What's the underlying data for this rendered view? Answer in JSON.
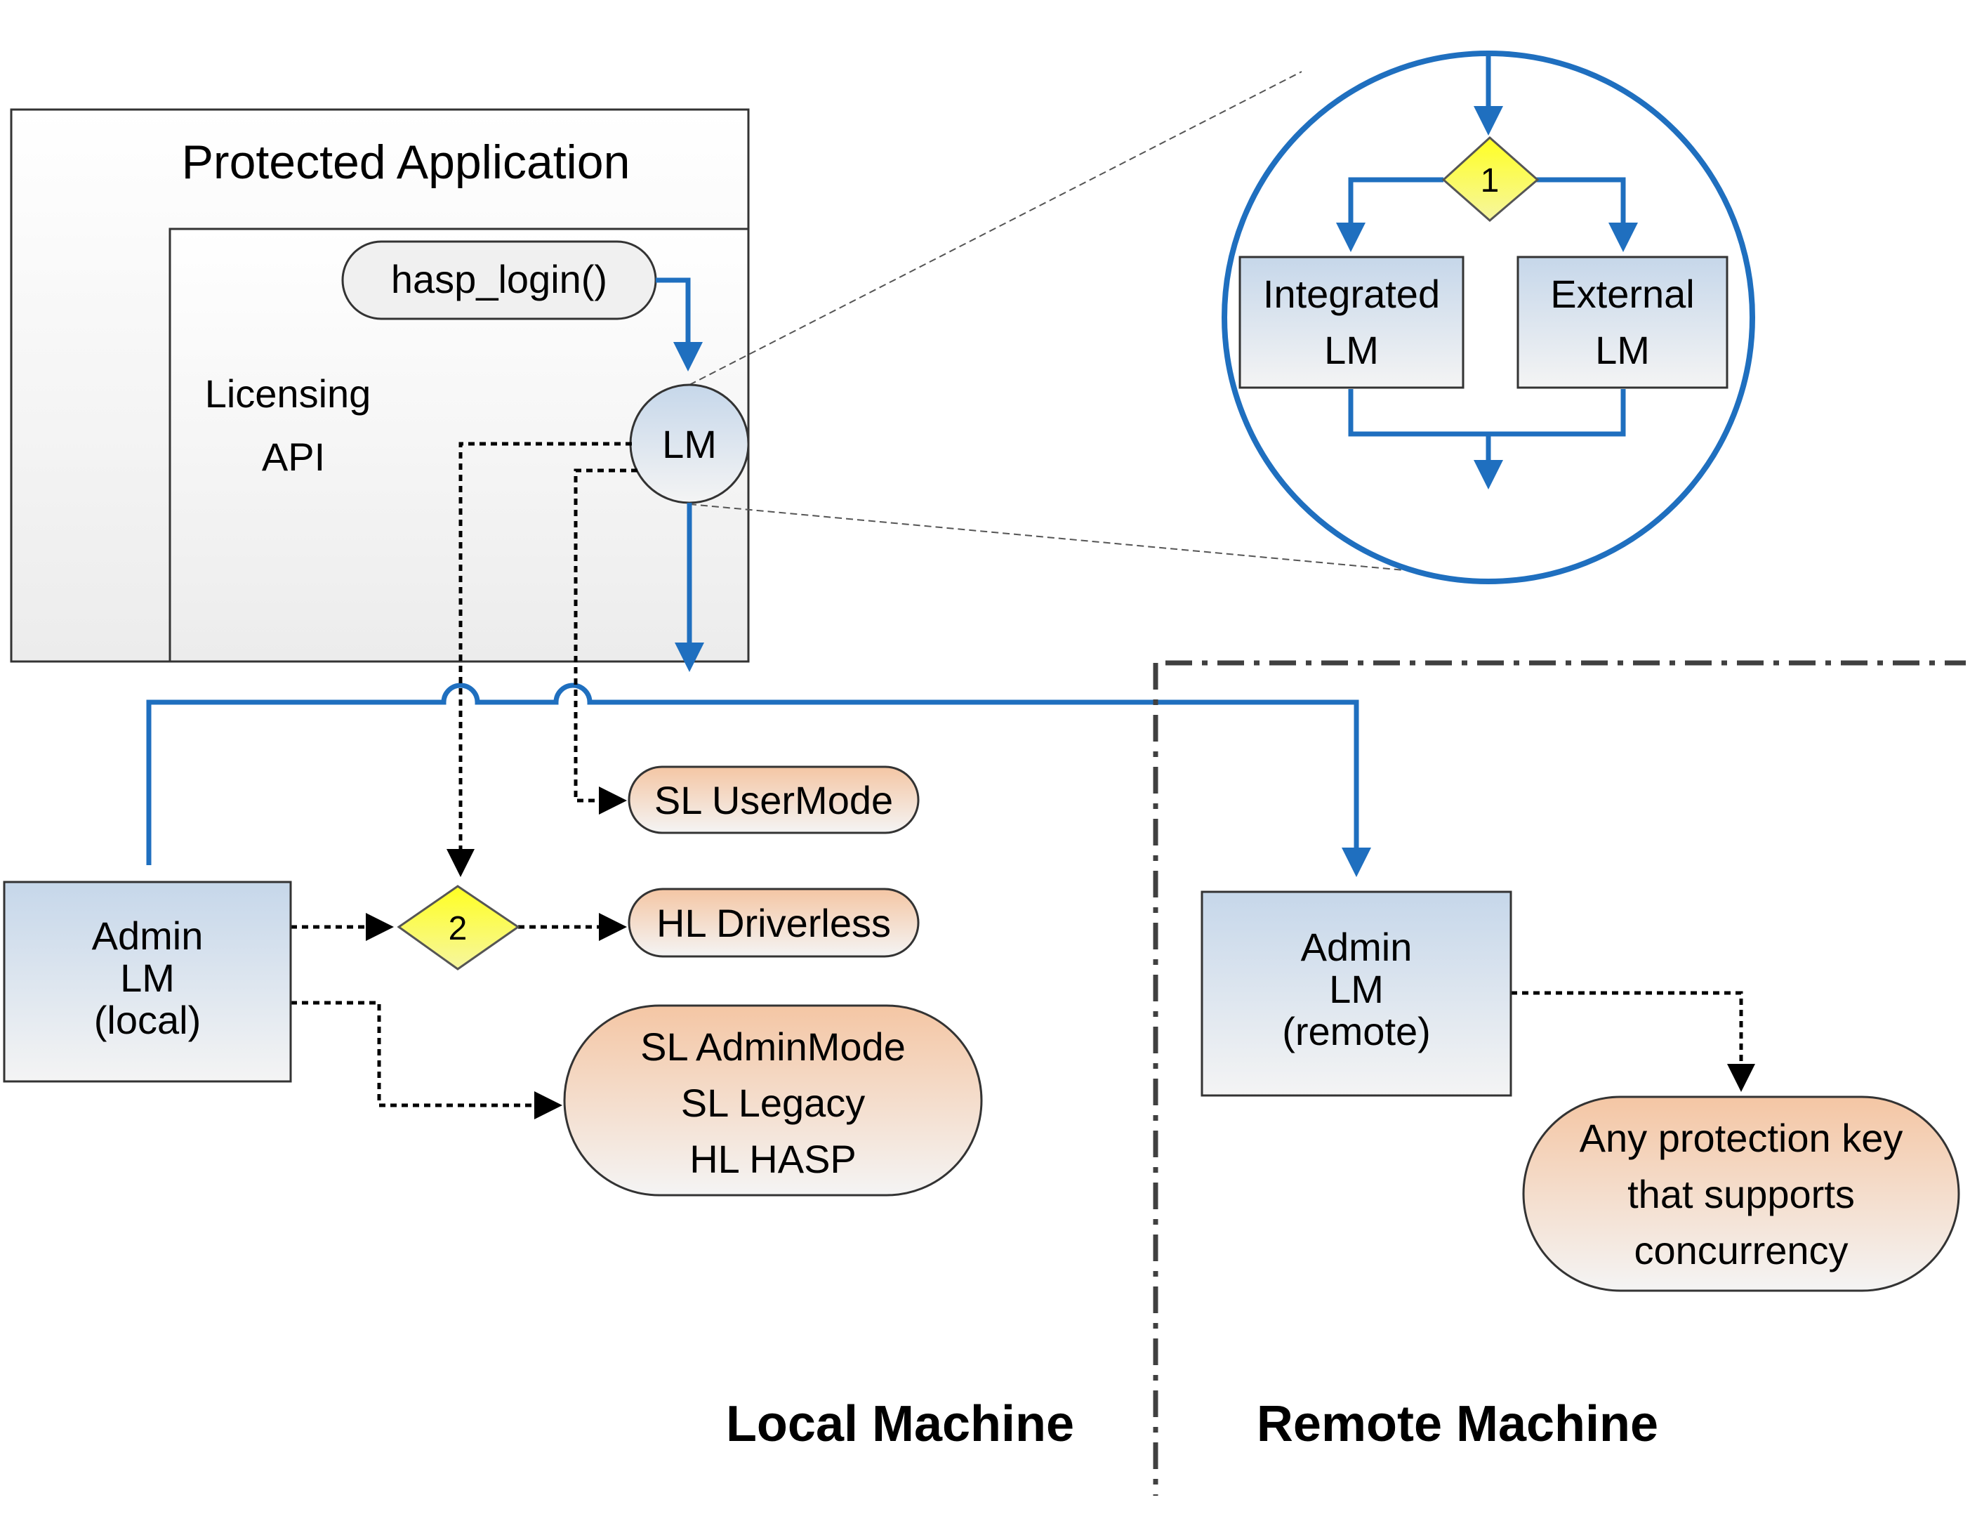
{
  "protected_app": {
    "title": "Protected Application"
  },
  "licensing_api": {
    "line1": "Licensing",
    "line2": "API"
  },
  "hasp_login": {
    "label": "hasp_login()"
  },
  "lm_node": {
    "label": "LM"
  },
  "zoom_inset": {
    "decision_label": "1",
    "integrated": {
      "line1": "Integrated",
      "line2": "LM"
    },
    "external": {
      "line1": "External",
      "line2": "LM"
    }
  },
  "decision2": {
    "label": "2"
  },
  "admin_local": {
    "line1": "Admin",
    "line2": "LM",
    "line3": "(local)"
  },
  "admin_remote": {
    "line1": "Admin",
    "line2": "LM",
    "line3": "(remote)"
  },
  "sl_usermode": {
    "label": "SL UserMode"
  },
  "hl_driverless": {
    "label": "HL Driverless"
  },
  "local_keys": {
    "line1": "SL AdminMode",
    "line2": "SL Legacy",
    "line3": "HL HASP"
  },
  "remote_keys": {
    "line1": "Any protection key",
    "line2": "that supports",
    "line3": "concurrency"
  },
  "sections": {
    "local": "Local Machine",
    "remote": "Remote Machine"
  },
  "colors": {
    "flow_blue": "#1f6fbf",
    "box_fill_top": "#c6d7ea",
    "box_fill_bottom": "#f4f4f4",
    "terminal_fill_top": "#f4c7a6",
    "terminal_fill_bottom": "#f4f4f4",
    "decision_fill": "#ffff33",
    "divider": "#404040"
  }
}
